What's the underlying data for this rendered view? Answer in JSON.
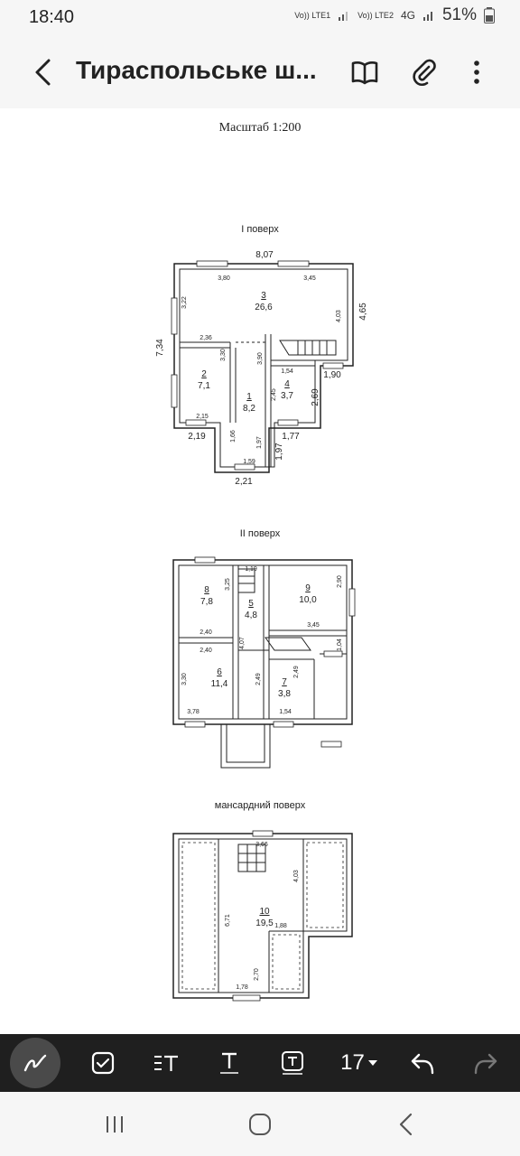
{
  "status_bar": {
    "time": "18:40",
    "sim1_label": "Vo)) LTE1",
    "sim2_label": "Vo)) LTE2",
    "network": "4G",
    "battery": "51%"
  },
  "header": {
    "title": "Тираспольське ш...",
    "back_icon": "chevron-left-icon",
    "icons": [
      "book-icon",
      "paperclip-icon",
      "more-vert-icon"
    ]
  },
  "document": {
    "scale_label": "Масштаб 1:200",
    "floors": [
      {
        "title": "І поверх",
        "dims": [
          "8,07",
          "3,80",
          "3,45",
          "3,22",
          "4,03",
          "4,65",
          "7,34",
          "2,36",
          "3,30",
          "3,90",
          "1,54",
          "1,90",
          "2,45",
          "2,69",
          "2,15",
          "2,19",
          "1,66",
          "1,97",
          "1,77",
          "1,59",
          "1,97",
          "2,21"
        ],
        "rooms": [
          {
            "num": "3",
            "area": "26,6"
          },
          {
            "num": "2",
            "area": "7,1"
          },
          {
            "num": "1",
            "area": "8,2"
          },
          {
            "num": "4",
            "area": "3,7"
          }
        ]
      },
      {
        "title": "ІІ поверх",
        "dims": [
          "1,19",
          "3,25",
          "2,90",
          "2,40",
          "3,45",
          "2,40",
          "1,04",
          "4,07",
          "3,30",
          "2,49",
          "2,49",
          "3,78",
          "1,54"
        ],
        "rooms": [
          {
            "num": "8",
            "area": "7,8"
          },
          {
            "num": "5",
            "area": "4,8"
          },
          {
            "num": "9",
            "area": "10,0"
          },
          {
            "num": "6",
            "area": "11,4"
          },
          {
            "num": "7",
            "area": "3,8"
          }
        ]
      },
      {
        "title": "мансардний поверх",
        "dims": [
          "3,66",
          "4,03",
          "6,71",
          "1,88",
          "2,70",
          "1,78"
        ],
        "rooms": [
          {
            "num": "10",
            "area": "19,5"
          }
        ]
      }
    ]
  },
  "toolbar": {
    "tools": [
      "pen-icon",
      "checkbox-icon",
      "text-align-icon",
      "text-icon",
      "text-box-icon"
    ],
    "font_size": "17",
    "undo_icon": "undo-icon",
    "redo_icon": "redo-icon"
  },
  "nav_bar": {
    "icons": [
      "recent-apps-icon",
      "home-icon",
      "back-icon"
    ]
  },
  "colors": {
    "bar_background": "#f6f6f6",
    "toolbar_background": "#1f1f1f",
    "active_tool": "#4a4a4a"
  }
}
